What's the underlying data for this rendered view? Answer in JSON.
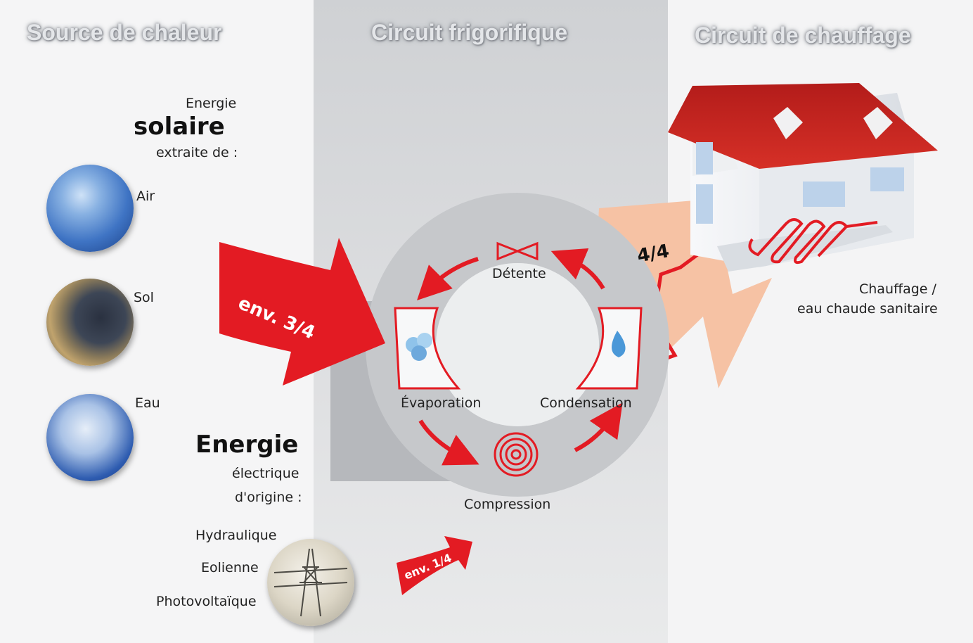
{
  "headers": {
    "source": "Source de chaleur",
    "circuit_frigo": "Circuit frigorifique",
    "circuit_chauffage": "Circuit de chauffage"
  },
  "solar": {
    "line1": "Energie",
    "line2": "solaire",
    "line3": "extraite de :"
  },
  "sources": {
    "air": "Air",
    "sol": "Sol",
    "eau": "Eau"
  },
  "electric": {
    "line1": "Energie",
    "line2": "électrique",
    "line3": "d'origine :",
    "items": [
      "Hydraulique",
      "Eolienne",
      "Photovoltaïque"
    ]
  },
  "cycle": {
    "detente": "Détente",
    "evaporation": "Évaporation",
    "condensation": "Condensation",
    "compression": "Compression"
  },
  "arrows": {
    "solar_share": "env. 3/4",
    "electric_share": "env. 1/4",
    "total": "4/4"
  },
  "output": {
    "line1": "Chauffage /",
    "line2": "eau chaude sanitaire"
  },
  "colors": {
    "accent_red": "#e31b23",
    "peach": "#f6c2a4",
    "ring_gray": "#c6c8cb",
    "roof": "#c8231f"
  }
}
